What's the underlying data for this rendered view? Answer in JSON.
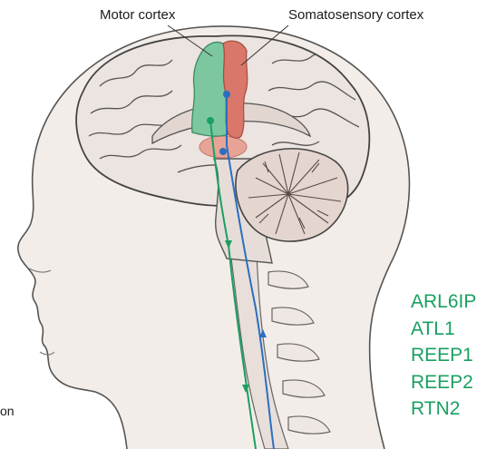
{
  "labels": {
    "motor_cortex": "Motor cortex",
    "somatosensory_cortex": "Somatosensory cortex",
    "partial_left": "on"
  },
  "genes": [
    "ARL6IP",
    "ATL1",
    "REEP1",
    "REEP2",
    "RTN2"
  ],
  "colors": {
    "motor_pathway": "#1aa061",
    "sensory_pathway": "#2a6fc0",
    "motor_region": "#7cc7a0",
    "sensory_region": "#d9786a",
    "thalamus": "#e7a496",
    "brain_fill": "#ece4e0",
    "brain_stroke": "#444444",
    "gene_text": "#1aa061"
  },
  "icons": {
    "motor_arrow": "triangle-down-arrow",
    "sensory_arrow": "triangle-up-arrow",
    "neuron_soma": "filled-circle"
  }
}
